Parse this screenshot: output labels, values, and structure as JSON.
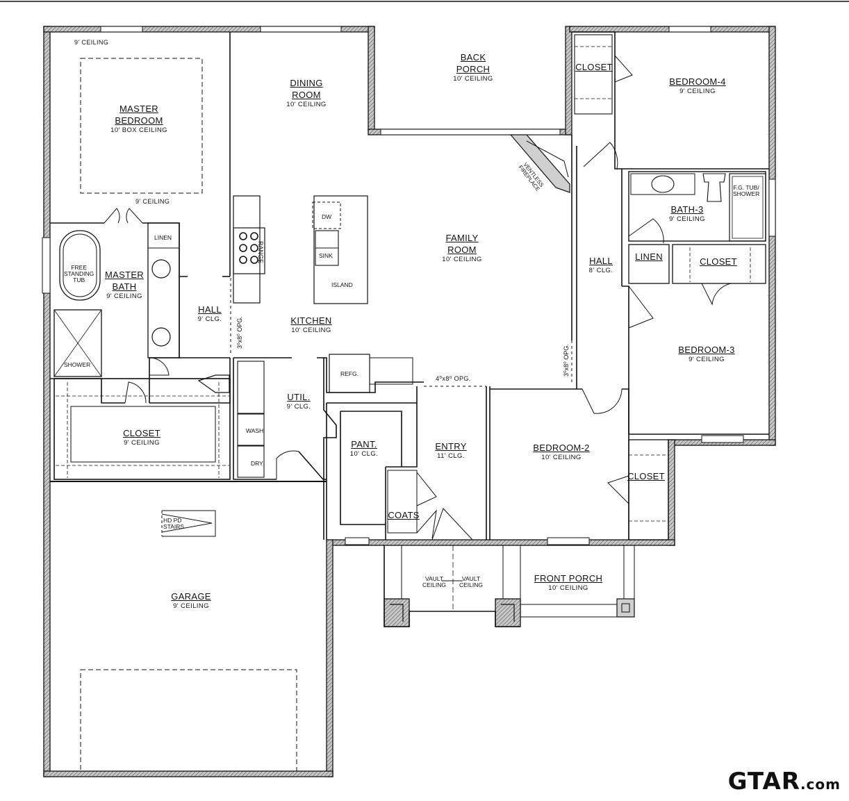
{
  "rooms": {
    "master_bedroom": {
      "name_line1": "MASTER",
      "name_line2": "BEDROOM",
      "ceiling": "10' BOX CEILING"
    },
    "master_top_ceiling": "9' CEILING",
    "master_bottom_ceiling": "9' CEILING",
    "dining": {
      "name_line1": "DINING",
      "name_line2": "ROOM",
      "ceiling": "10' CEILING"
    },
    "back_porch": {
      "name_line1": "BACK",
      "name_line2": "PORCH",
      "ceiling": "10' CEILING"
    },
    "bedroom4": {
      "name": "BEDROOM-4",
      "ceiling": "9' CEILING"
    },
    "closet_b4": {
      "name": "CLOSET"
    },
    "bath3": {
      "name": "BATH-3",
      "ceiling": "9' CEILING"
    },
    "family": {
      "name_line1": "FAMILY",
      "name_line2": "ROOM",
      "ceiling": "10' CEILING"
    },
    "hall_right": {
      "name": "HALL",
      "ceiling": "8' CLG."
    },
    "linen_right": {
      "name": "LINEN"
    },
    "closet_right": {
      "name": "CLOSET"
    },
    "master_bath": {
      "name_line1": "MASTER",
      "name_line2": "BATH",
      "ceiling": "9' CEILING"
    },
    "hall_left": {
      "name": "HALL",
      "ceiling": "9' CLG."
    },
    "kitchen": {
      "name": "KITCHEN",
      "ceiling": "10' CEILING"
    },
    "bedroom3": {
      "name": "BEDROOM-3",
      "ceiling": "9' CEILING"
    },
    "util": {
      "name": "UTIL.",
      "ceiling": "9' CLG."
    },
    "closet_master": {
      "name": "CLOSET",
      "ceiling": "9' CEILING"
    },
    "pantry": {
      "name": "PANT.",
      "ceiling": "10' CLG."
    },
    "entry": {
      "name": "ENTRY",
      "ceiling": "11' CLG."
    },
    "bedroom2": {
      "name": "BEDROOM-2",
      "ceiling": "10' CEILING"
    },
    "closet_b2": {
      "name": "CLOSET"
    },
    "coats": {
      "name": "COATS"
    },
    "garage": {
      "name": "GARAGE",
      "ceiling": "9' CEILING"
    },
    "front_porch": {
      "name": "FRONT PORCH",
      "ceiling": "10' CEILING"
    }
  },
  "fixtures": {
    "linen_master": "LINEN",
    "tub_line1": "FREE",
    "tub_line2": "STANDING",
    "tub_line3": "TUB",
    "shower": "SHOWER",
    "range": "RANGE",
    "dw": "DW",
    "sink": "SINK",
    "island": "ISLAND",
    "refg": "REFG.",
    "wash": "WASH",
    "dry": "DRY",
    "fg_tub_line1": "F.G. TUB/",
    "fg_tub_line2": "SHOWER",
    "fireplace_line1": "VENTLESS",
    "fireplace_line2": "FIREPLACE",
    "hd_pd_line1": "HD PD",
    "hd_pd_line2": "STAIRS",
    "vault_left_line1": "VAULT",
    "vault_left_line2": "CEILING",
    "vault_right_line1": "VAULT",
    "vault_right_line2": "CEILING"
  },
  "openings": {
    "kitchen_opg": "3⁰x8⁰ OPG.",
    "entry_opg": "4⁰x8⁰ OPG.",
    "hall_opg": "3⁰x8⁰ OPG."
  },
  "brand": {
    "text": "GTAR",
    "suffix": ".com"
  }
}
